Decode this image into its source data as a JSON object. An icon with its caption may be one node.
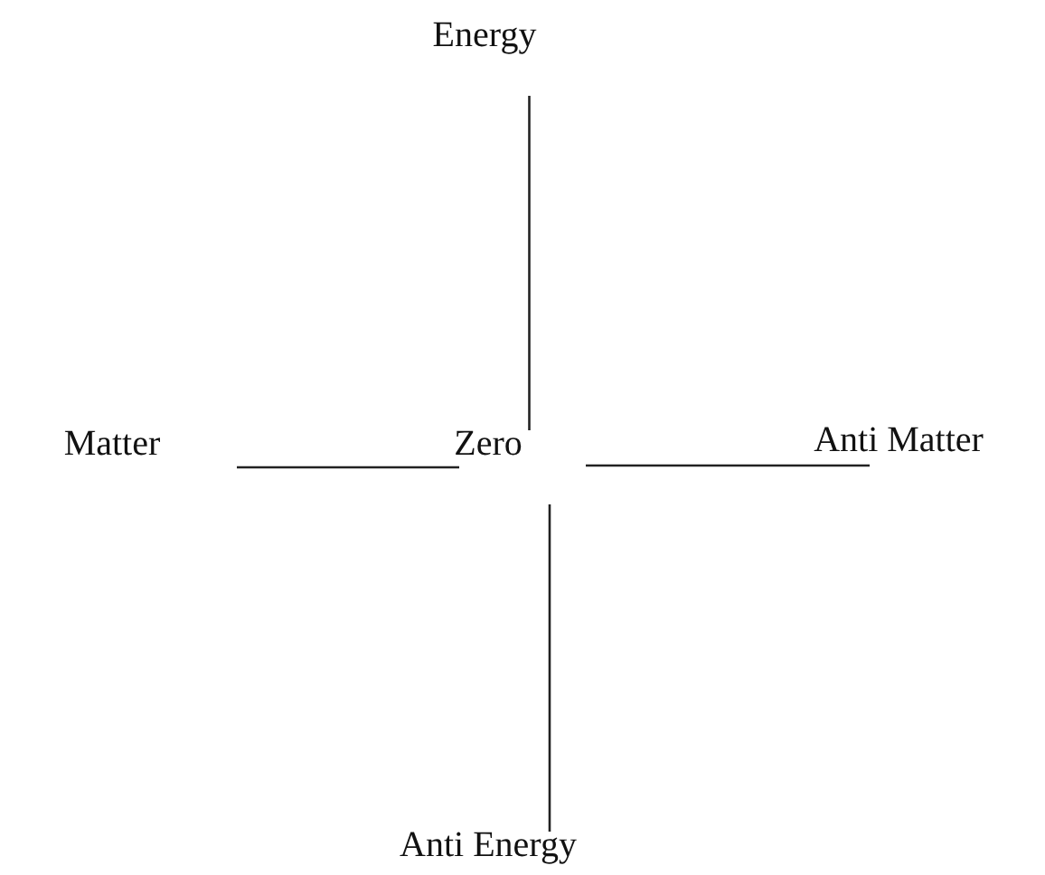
{
  "diagram": {
    "nodes": [
      {
        "text": [
          "Energy"
        ]
      },
      {
        "text": [
          "Matter"
        ]
      },
      {
        "text": [
          "Zero"
        ]
      },
      {
        "text": [
          "Anti Matter"
        ]
      },
      {
        "text": [
          "Anti Energy"
        ]
      }
    ],
    "edges": [
      {
        "from": 0,
        "to": 2,
        "arrow": "none"
      },
      {
        "from": 1,
        "to": 2,
        "arrow": "none"
      },
      {
        "from": 2,
        "to": 3,
        "arrow": "none"
      },
      {
        "from": 2,
        "to": 4,
        "arrow": "none"
      }
    ]
  }
}
